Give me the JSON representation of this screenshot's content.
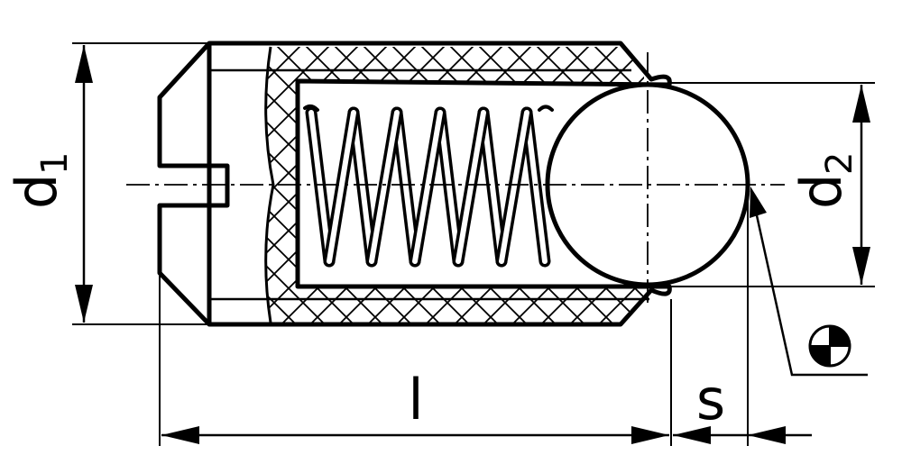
{
  "dimensions": {
    "d1": {
      "letter": "d",
      "subscript": "1"
    },
    "d2": {
      "letter": "d",
      "subscript": "2"
    },
    "l": "l",
    "s": "s"
  },
  "symbols": {
    "center_of_gravity": "center-of-gravity-icon"
  },
  "colors": {
    "line": "#000000",
    "background": "#ffffff"
  }
}
